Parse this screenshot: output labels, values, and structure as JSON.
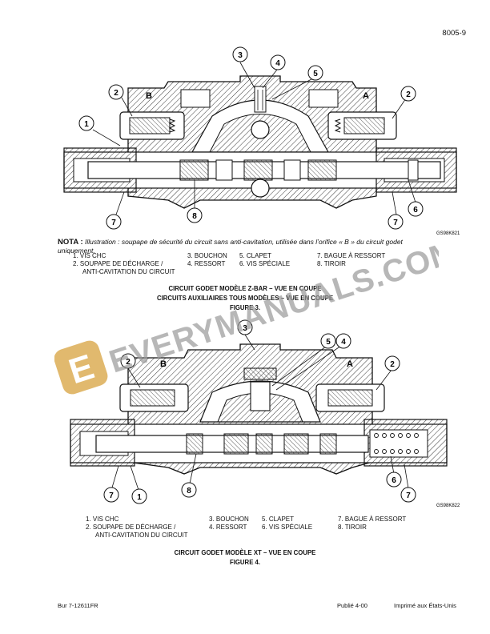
{
  "page_number": "8005-9",
  "figure3": {
    "callouts": [
      "1",
      "2",
      "2",
      "3",
      "4",
      "5",
      "6",
      "7",
      "7",
      "8"
    ],
    "port_a": "A",
    "port_b": "B",
    "image_code": "GS98K821"
  },
  "nota": {
    "label": "NOTA :",
    "text": "Illustration : soupape de sécurité du circuit sans anti-cavitation, utilisée dans l’orifice « B » du circuit godet uniquement."
  },
  "legend1": {
    "i1": "1.  VIS CHC",
    "i2": "2.  SOUPAPE DE DÉCHARGE /",
    "i2b": "ANTI-CAVITATION DU CIRCUIT",
    "i3": "3.  BOUCHON",
    "i4": "4.  RESSORT",
    "i5": "5.  CLAPET",
    "i6": "6.  VIS SPÉCIALE",
    "i7": "7.  BAGUE À RESSORT",
    "i8": "8.  TIROIR"
  },
  "caption3": {
    "line1": "CIRCUIT GODET MODÈLE Z-BAR – VUE EN COUPE",
    "line2": "CIRCUITS AUXILIAIRES TOUS MODÈLES – VUE EN COUPE",
    "line3": "FIGURE 3."
  },
  "figure4": {
    "callouts": [
      "1",
      "2",
      "2",
      "3",
      "4",
      "5",
      "6",
      "7",
      "7",
      "8"
    ],
    "port_a": "A",
    "port_b": "B",
    "image_code": "GS98K822"
  },
  "legend2": {
    "i1": "1.  VIS CHC",
    "i2": "2.  SOUPAPE DE DÉCHARGE /",
    "i2b": "ANTI-CAVITATION DU CIRCUIT",
    "i3": "3.  BOUCHON",
    "i4": "4.  RESSORT",
    "i5": "5.  CLAPET",
    "i6": "6.  VIS SPÉCIALE",
    "i7": "7.  BAGUE À RESSORT",
    "i8": "8.  TIROIR"
  },
  "caption4": {
    "line1": "CIRCUIT GODET MODÈLE XT – VUE EN COUPE",
    "line2": "FIGURE 4."
  },
  "watermark": {
    "text": "EVERYMANUALS.COM",
    "logo_letter": "E"
  },
  "footer": {
    "left": "Bur 7-12611FR",
    "center": "Publié 4-00",
    "right": "Imprimé aux États-Unis"
  }
}
